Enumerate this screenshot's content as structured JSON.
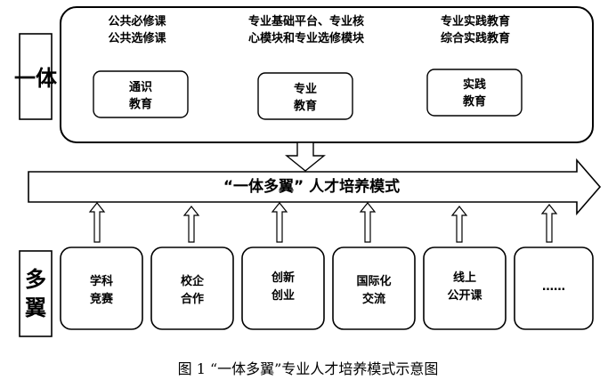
{
  "side_labels": {
    "top": "一体",
    "bottom": "多翼"
  },
  "courses": [
    {
      "lines": [
        "公共必修课",
        "公共选修课"
      ]
    },
    {
      "lines": [
        "专业基础平台、专业核",
        "心模块和专业选修模块"
      ]
    },
    {
      "lines": [
        "专业实践教育",
        "综合实践教育"
      ]
    }
  ],
  "education_boxes": [
    {
      "lines": [
        "通识",
        "教育"
      ]
    },
    {
      "lines": [
        "专业",
        "教育"
      ]
    },
    {
      "lines": [
        "实践",
        "教育"
      ]
    }
  ],
  "band_label": "“一体多翼” 人才培养模式",
  "wings": [
    {
      "lines": [
        "学科",
        "竞赛"
      ]
    },
    {
      "lines": [
        "校企",
        "合作"
      ]
    },
    {
      "lines": [
        "创新",
        "创业"
      ]
    },
    {
      "lines": [
        "国际化",
        "交流"
      ]
    },
    {
      "lines": [
        "线上",
        "公开课"
      ]
    },
    {
      "lines": [
        "……"
      ]
    }
  ],
  "caption": "图 1   “一体多翼”专业人才培养模式示意图"
}
